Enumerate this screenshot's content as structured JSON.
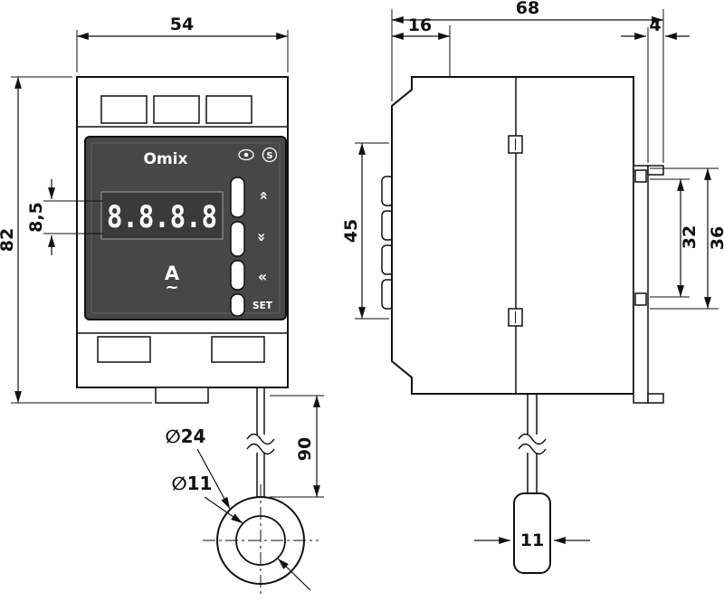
{
  "drawing": {
    "front": {
      "brand": "Omix",
      "display": "8.8.8.8",
      "unit": "A",
      "ac_symbol": "~",
      "btn_up": "»",
      "btn_down": "»",
      "btn_back": "«",
      "btn_set": "SET",
      "cert_letter": "S"
    },
    "dims": {
      "width": "54",
      "height": "82",
      "digit_height": "8,5",
      "cable_length": "90",
      "coil_outer_dia": "∅24",
      "coil_inner_dia": "∅11",
      "depth": "68",
      "front_depth": "16",
      "clip_width": "4",
      "terminal_height": "45",
      "rail_inner": "32",
      "rail_outer": "36",
      "sensor_width": "11"
    }
  }
}
